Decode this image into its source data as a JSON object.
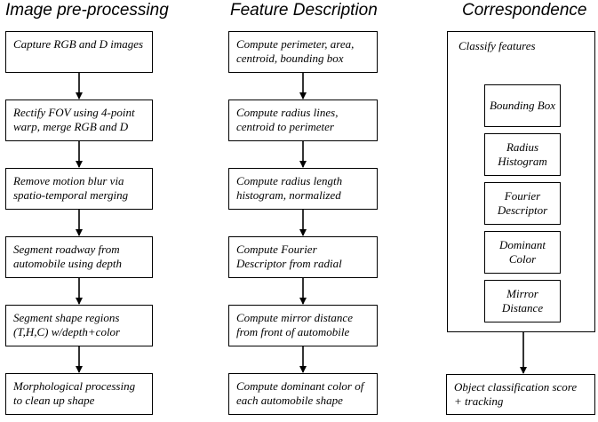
{
  "columns": {
    "preprocessing": {
      "title": "Image pre-processing",
      "steps": [
        "Capture RGB and D images",
        "Rectify FOV using 4-point warp, merge RGB and D",
        "Remove motion blur via spatio-temporal merging",
        "Segment roadway from automobile using depth",
        "Segment shape regions (T,H,C) w/depth+color",
        "Morphological processing to clean up shape"
      ]
    },
    "description": {
      "title": "Feature Description",
      "steps": [
        "Compute perimeter, area, centroid, bounding box",
        "Compute radius lines, centroid to perimeter",
        "Compute radius length histogram, normalized",
        "Compute Fourier Descriptor from radial",
        "Compute mirror distance from front of automobile",
        "Compute dominant color of each automobile shape"
      ]
    },
    "correspondence": {
      "title": "Correspondence",
      "classify_label": "Classify features",
      "features": [
        "Bounding Box",
        "Radius Histogram",
        "Fourier Descriptor",
        "Dominant Color",
        "Mirror Distance"
      ],
      "result": "Object classification score + tracking"
    }
  }
}
